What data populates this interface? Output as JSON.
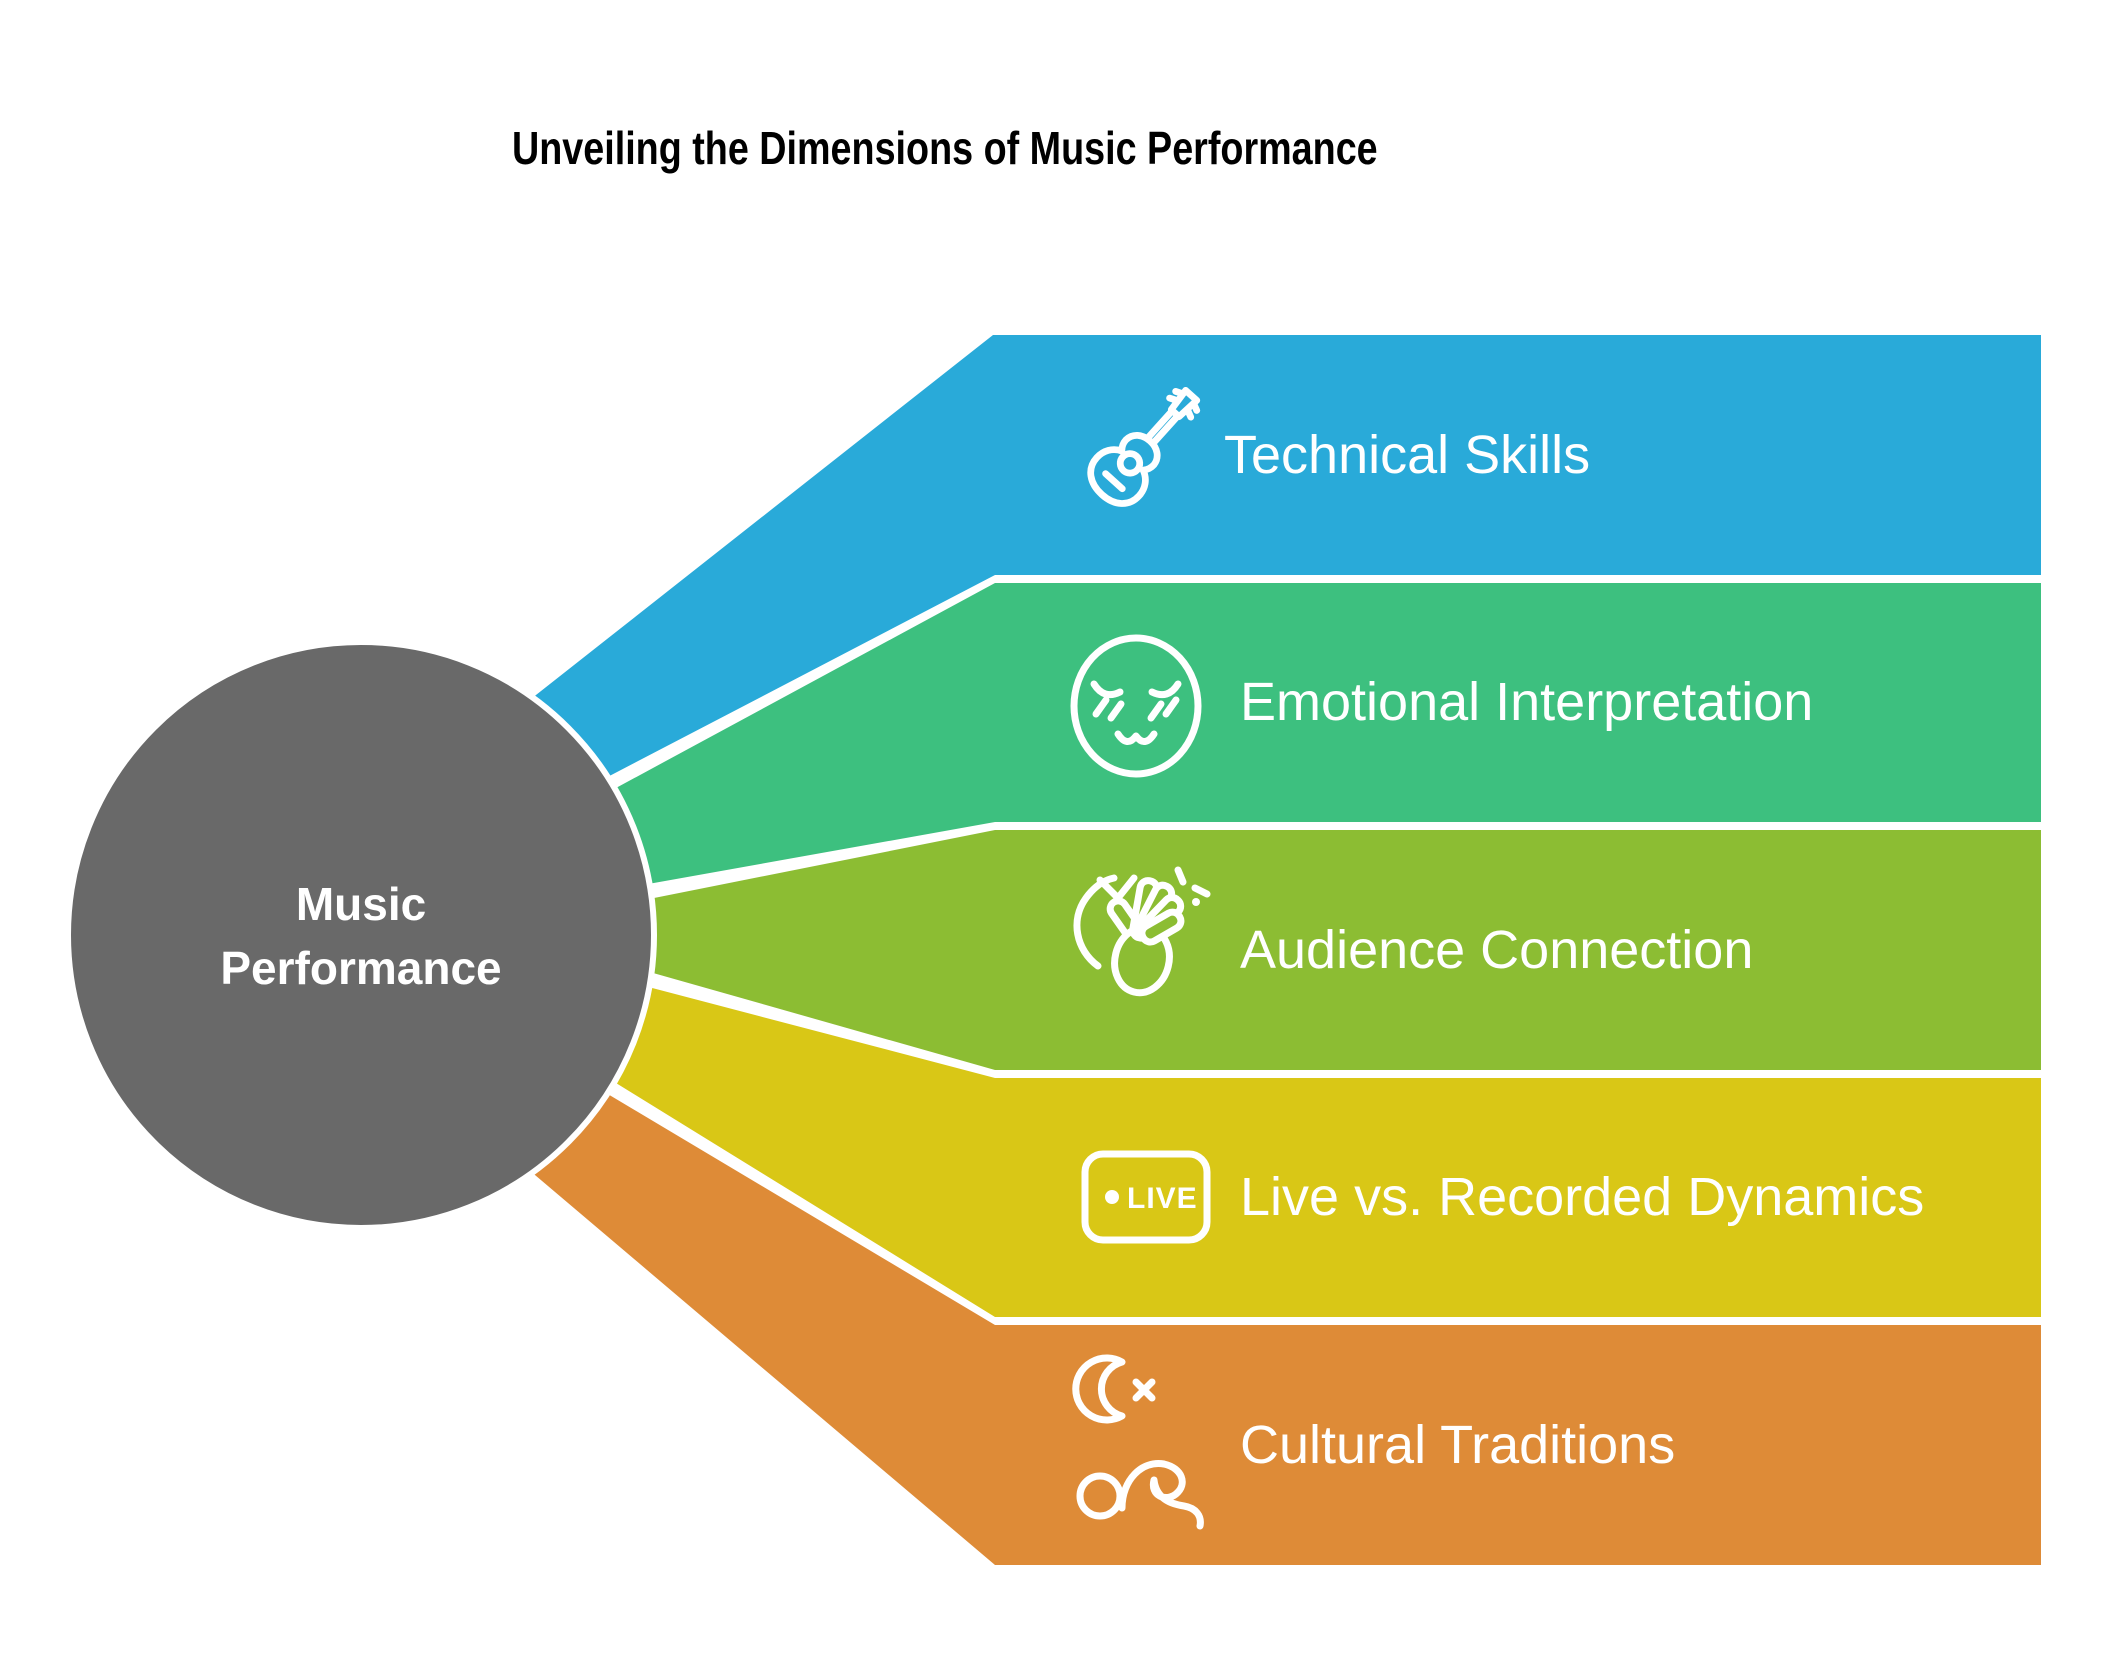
{
  "title": "Unveiling the Dimensions of Music Performance",
  "center": {
    "lines": [
      "Music",
      "Performance"
    ],
    "color": "#696969"
  },
  "items": [
    {
      "label": "Technical Skills",
      "color": "#29AAD9",
      "icon": "guitar-icon"
    },
    {
      "label": "Emotional Interpretation",
      "color": "#3DC07F",
      "icon": "relieved-face-icon"
    },
    {
      "label": "Audience Connection",
      "color": "#8CBD33",
      "icon": "clapping-hands-icon"
    },
    {
      "label": "Live vs. Recorded Dynamics",
      "color": "#D9C716",
      "icon": "live-badge-icon",
      "badge_text": "LIVE"
    },
    {
      "label": "Cultural Traditions",
      "color": "#DE8B37",
      "icon": "moon-prostration-icon"
    }
  ]
}
